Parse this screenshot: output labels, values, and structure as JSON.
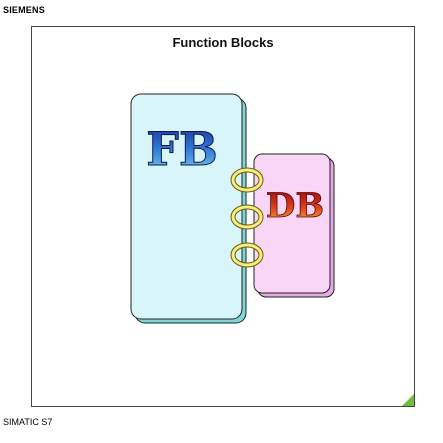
{
  "header": {
    "brand": "SIEMENS"
  },
  "slide": {
    "title": "Function Blocks",
    "fb_block": {
      "label": "FB"
    },
    "db_block": {
      "label": "DB"
    },
    "ring_count": 3
  },
  "footer": {
    "product": "SIMATIC S7"
  },
  "colors": {
    "fb_fill": "#d8f6fa",
    "db_fill": "#f9d5f6",
    "ring": "#f4ef7c",
    "corner": "#6cbf3a"
  }
}
